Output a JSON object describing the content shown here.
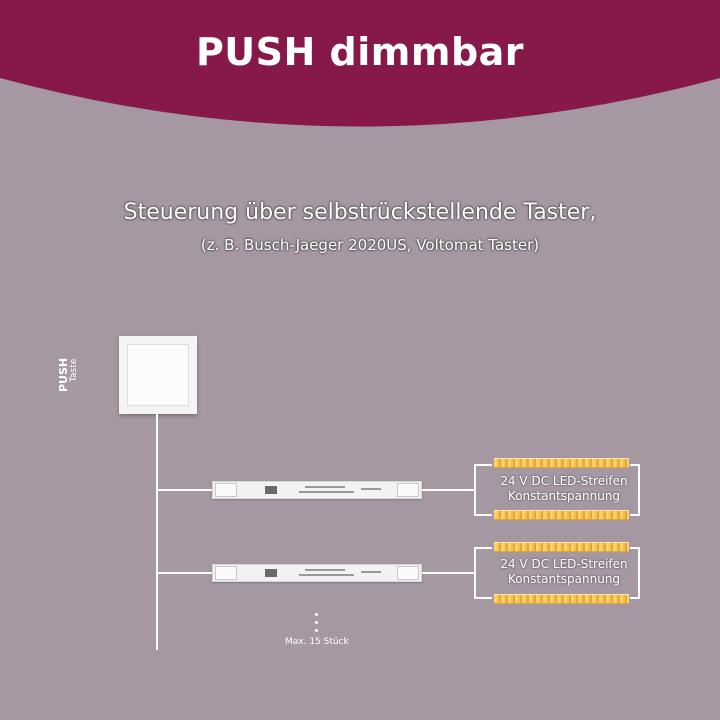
{
  "title": "PUSH dimmbar",
  "heading": "Steuerung über selbstrückstellende Taster,",
  "subheading": "(z. B. Busch-Jaeger 2020US, Voltomat Taster)",
  "switch_label": {
    "line1": "PUSH",
    "line2": "Taste"
  },
  "led_strip_label": {
    "line1": "24 V DC LED-Streifen",
    "line2": "Konstantspannung"
  },
  "max_label": "Max. 15 Stück",
  "colors": {
    "banner": "#86194a",
    "background": "#a598a2",
    "led": "#f4c04a"
  }
}
